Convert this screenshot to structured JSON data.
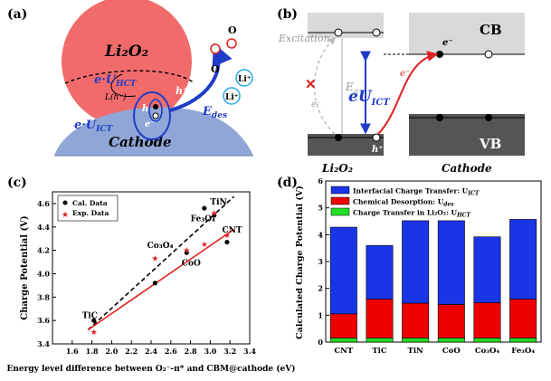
{
  "panel_labels": {
    "a": "(a)",
    "b": "(b)",
    "c": "(c)",
    "d": "(d)"
  },
  "panel_a": {
    "li2o2": "Li₂O₂",
    "cathode": "Cathode",
    "e_u_hct": "e·U",
    "e_u_hct_sub": "HCT",
    "e_u_ict": "e·U",
    "e_u_ict_sub": "ICT",
    "e_des": "E",
    "e_des_sub": "des",
    "lo_h": "L",
    "lo_h_rest": "(h⁺)",
    "h_plus": "h⁺",
    "h_label": "h",
    "e_minus": "e⁻",
    "li_plus_1": "Li⁺",
    "li_plus_2": "Li⁺",
    "o_label": "O",
    "o_label_2": "O",
    "colors": {
      "li2o2": "#f26b6b",
      "cathode": "#8fa6d6",
      "arrow": "#1f3cc8"
    }
  },
  "panel_b": {
    "cb": "CB",
    "vb": "VB",
    "excitation": "Excitation",
    "eg": "E",
    "eg_sub": "g",
    "eu_ict": "eU",
    "eu_ict_sub": "ICT",
    "e_minus_1": "e⁻",
    "e_minus_2": "e⁻",
    "e_minus_3": "e⁻",
    "h_plus": "h⁺",
    "li2o2": "Li₂O₂",
    "cathode": "Cathode",
    "cross": "✕"
  },
  "chart_data": [
    {
      "type": "scatter",
      "panel": "(c)",
      "xlabel": "Energy level difference between O₂⁻-π* and CBM@cathode (eV)",
      "ylabel": "Charge Potential (V)",
      "xlim": [
        1.4,
        3.4
      ],
      "ylim": [
        3.4,
        4.7
      ],
      "xticks": [
        "1.6",
        "1.8",
        "2.0",
        "2.2",
        "2.4",
        "2.6",
        "2.8",
        "3.0",
        "3.2",
        "3.4"
      ],
      "yticks": [
        "3.4",
        "3.6",
        "3.8",
        "4.0",
        "4.2",
        "4.4",
        "4.6"
      ],
      "legend": [
        "Cal. Data",
        "Exp. Data"
      ],
      "legend_position": "top-left",
      "series": [
        {
          "name": "Cal. Data",
          "marker": "circle",
          "color": "#000000",
          "points": [
            {
              "x": 1.82,
              "y": 3.6
            },
            {
              "x": 2.44,
              "y": 3.92
            },
            {
              "x": 2.76,
              "y": 4.18
            },
            {
              "x": 2.94,
              "y": 4.56
            },
            {
              "x": 3.04,
              "y": 4.5
            },
            {
              "x": 3.17,
              "y": 4.27
            }
          ],
          "fit": {
            "style": "dashed",
            "x": [
              1.76,
              3.24
            ],
            "y": [
              3.52,
              4.66
            ]
          }
        },
        {
          "name": "Exp. Data",
          "marker": "star",
          "color": "#e02020",
          "points": [
            {
              "x": 1.82,
              "y": 3.5
            },
            {
              "x": 2.44,
              "y": 4.13
            },
            {
              "x": 2.76,
              "y": 4.2
            },
            {
              "x": 2.94,
              "y": 4.25
            },
            {
              "x": 3.04,
              "y": 4.52
            },
            {
              "x": 3.17,
              "y": 4.33
            }
          ],
          "fit": {
            "style": "solid",
            "x": [
              1.76,
              3.24
            ],
            "y": [
              3.52,
              4.38
            ]
          }
        }
      ],
      "annotations": [
        {
          "text": "TiC",
          "x": 1.7,
          "y": 3.62
        },
        {
          "text": "Co₃O₄",
          "x": 2.36,
          "y": 4.22
        },
        {
          "text": "CoO",
          "x": 2.71,
          "y": 4.07
        },
        {
          "text": "Fe₃O₄",
          "x": 2.8,
          "y": 4.45
        },
        {
          "text": "TiN",
          "x": 3.0,
          "y": 4.59
        },
        {
          "text": "CNT",
          "x": 3.12,
          "y": 4.35
        }
      ]
    },
    {
      "type": "bar",
      "panel": "(d)",
      "stacked": true,
      "ylabel": "Calculated Charge Potential (V)",
      "ylim": [
        0,
        6
      ],
      "yticks": [
        "0",
        "1",
        "2",
        "3",
        "4",
        "5",
        "6"
      ],
      "categories": [
        "CNT",
        "TiC",
        "TiN",
        "CoO",
        "Co₃O₄",
        "Fe₃O₄"
      ],
      "legend_position": "top",
      "series": [
        {
          "name": "Charge Transfer in Li₂O₂: U",
          "name_sub": "HCT",
          "color": "#22dd22",
          "values": [
            0.15,
            0.15,
            0.15,
            0.15,
            0.15,
            0.15
          ]
        },
        {
          "name": "Chemical Desorption: U",
          "name_sub": "des",
          "color": "#ee0000",
          "values": [
            0.9,
            1.45,
            1.3,
            1.25,
            1.32,
            1.45
          ]
        },
        {
          "name": "Interfacial Charge Transfer: U",
          "name_sub": "ICT",
          "color": "#1a35e6",
          "values": [
            3.23,
            2.0,
            3.07,
            3.12,
            2.45,
            2.97
          ]
        }
      ]
    }
  ]
}
